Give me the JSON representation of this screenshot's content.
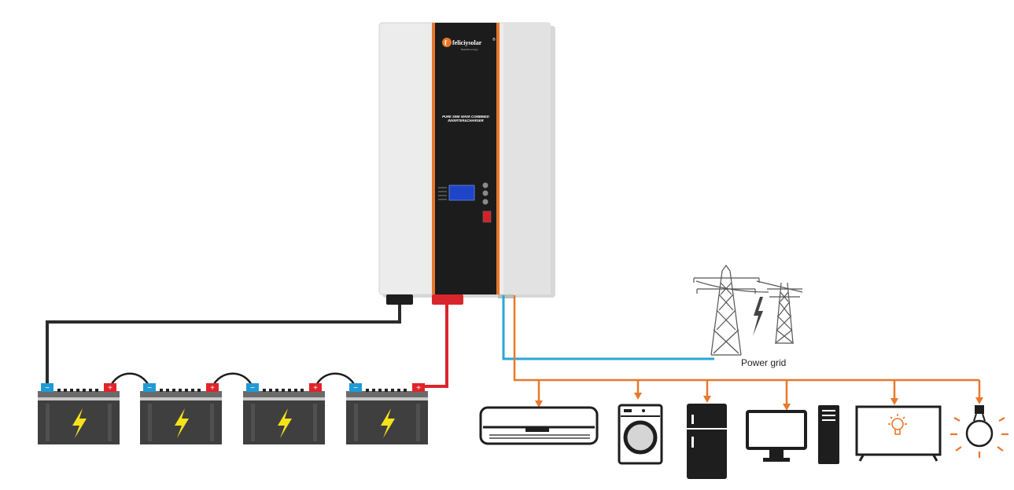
{
  "inverter": {
    "brand": "feliciysolar",
    "brand_mark": "®",
    "brand_initial": "f",
    "tagline": "Beautiful energy",
    "model_line1": "PURE SINE WAVE COMBINED",
    "model_line2": "INVERTER&CHARGER"
  },
  "grid": {
    "label": "Power grid"
  },
  "batteries": [
    {
      "neg": "−",
      "pos": "+"
    },
    {
      "neg": "−",
      "pos": "+"
    },
    {
      "neg": "−",
      "pos": "+"
    },
    {
      "neg": "−",
      "pos": "+"
    }
  ],
  "colors": {
    "orange": "#e8782a",
    "black_cable": "#2b2b2b",
    "red_cable": "#d9262c",
    "blue_cable": "#2aa7d6",
    "panel": "#1c1c1c",
    "body": "#ebebeb",
    "battery": "#3f3f3f",
    "bolt": "#f6e21a",
    "terminal_neg": "#1f9ad6",
    "terminal_pos": "#e0242a"
  },
  "loads": [
    {
      "name": "air-conditioner-icon"
    },
    {
      "name": "washing-machine-icon"
    },
    {
      "name": "refrigerator-icon"
    },
    {
      "name": "computer-icon"
    },
    {
      "name": "television-icon"
    },
    {
      "name": "light-bulb-icon"
    }
  ]
}
